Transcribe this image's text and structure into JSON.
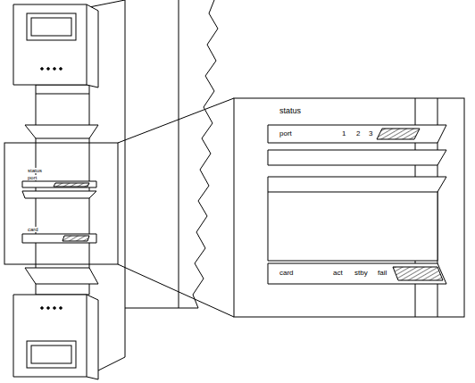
{
  "diagram": {
    "labels": [
      "status",
      "port",
      "1",
      "2",
      "3",
      "card",
      "act",
      "stby",
      "fail",
      "status",
      "port",
      "card"
    ]
  }
}
